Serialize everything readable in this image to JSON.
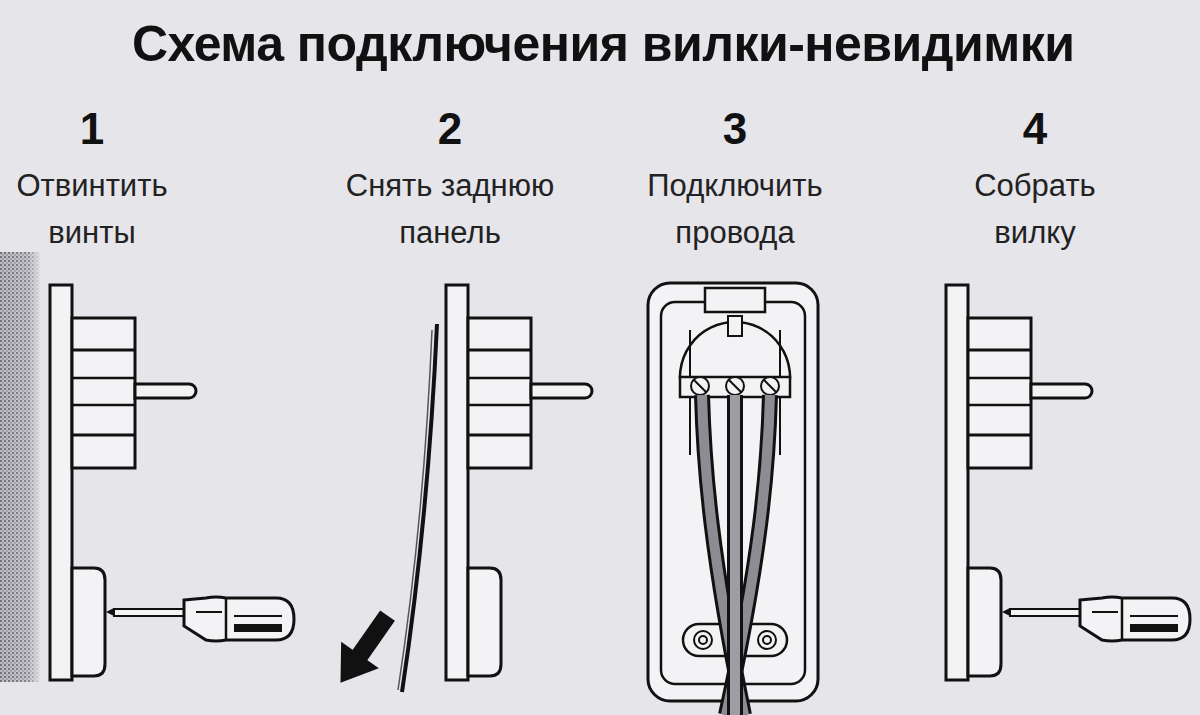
{
  "diagram": {
    "title": "Схема подключения вилки-невидимки",
    "labels": [
      "1",
      "Отвинтить винты",
      "2",
      "Снять заднюю панель",
      "3",
      "Подключить провода",
      "4",
      "Собрать вилку"
    ]
  }
}
